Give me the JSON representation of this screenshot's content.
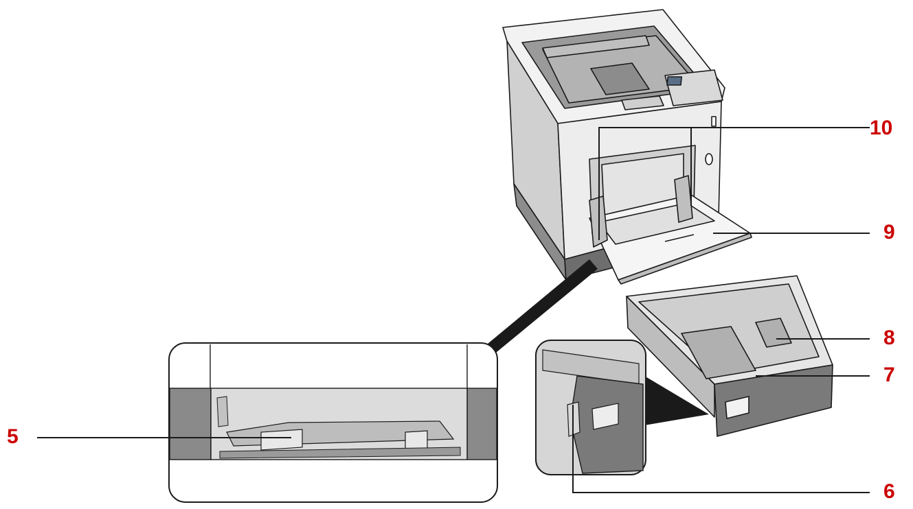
{
  "colors": {
    "callout": "#cc0000",
    "outline": "#1a1a1a",
    "body_light": "#f2f2f2",
    "body_mid": "#d9d9d9",
    "body_shade": "#a6a6a6",
    "body_dark": "#7f7f7f",
    "deep_dark": "#4d4d4d",
    "background": "#ffffff"
  },
  "callouts": [
    {
      "id": "5",
      "label": "5"
    },
    {
      "id": "6",
      "label": "6"
    },
    {
      "id": "7",
      "label": "7"
    },
    {
      "id": "8",
      "label": "8"
    },
    {
      "id": "9",
      "label": "9"
    },
    {
      "id": "10",
      "label": "10"
    }
  ],
  "parts": [
    {
      "name": "printer",
      "icon": "printer-icon"
    },
    {
      "name": "multipurpose-tray",
      "icon": "tray-icon"
    },
    {
      "name": "paper-cassette",
      "icon": "cassette-icon"
    },
    {
      "name": "cassette-detail-inset",
      "icon": "magnify-icon"
    },
    {
      "name": "feed-slot-detail-inset",
      "icon": "magnify-icon"
    }
  ]
}
